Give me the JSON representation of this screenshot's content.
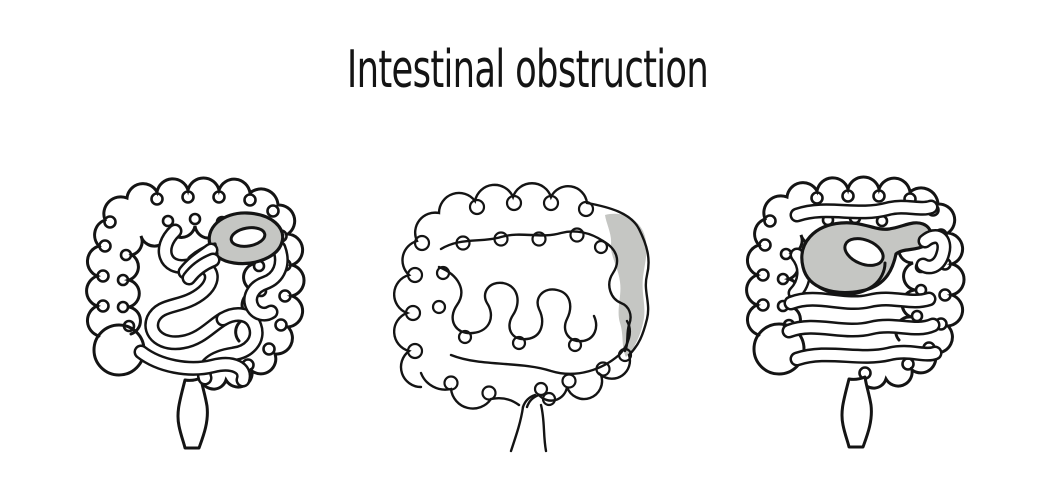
{
  "title": "Intestinal obstruction",
  "colors": {
    "line": "#141414",
    "highlight": "#c5c6c3",
    "background": "#ffffff"
  },
  "illustrations": [
    {
      "name": "twisted-loop-obstruction"
    },
    {
      "name": "colon-blockage-obstruction"
    },
    {
      "name": "distended-loop-obstruction"
    }
  ]
}
